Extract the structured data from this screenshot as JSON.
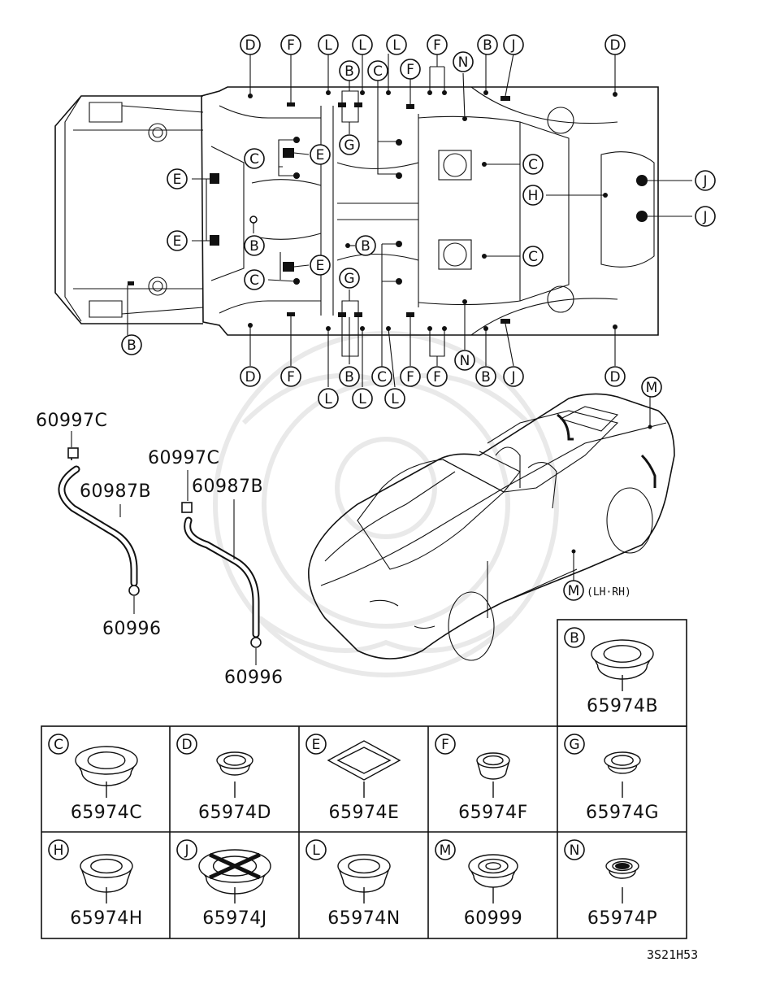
{
  "diagram_ref": "3S21H53",
  "callout_side_note": "(LH·RH)",
  "callouts": {
    "top_row": [
      "D",
      "F",
      "L",
      "L",
      "L",
      "F",
      "F",
      "B",
      "J",
      "D"
    ],
    "top_row2": [
      "B",
      "C",
      "N"
    ],
    "bottom_row": [
      "D",
      "F",
      "B",
      "C",
      "F",
      "F",
      "B",
      "J",
      "D"
    ],
    "bottom_row2": [
      "L",
      "L",
      "L",
      "N"
    ],
    "body_left": [
      "E",
      "E",
      "B"
    ],
    "body_mid": [
      "C",
      "E",
      "B",
      "C",
      "E",
      "B",
      "G",
      "G"
    ],
    "body_right": [
      "C",
      "H",
      "C",
      "J",
      "J"
    ],
    "car": [
      "M",
      "M"
    ]
  },
  "hose_left": {
    "top": "60997C",
    "hose": "60987B",
    "bottom": "60996"
  },
  "hose_right": {
    "top": "60997C",
    "hose": "60987B",
    "bottom": "60996"
  },
  "parts": [
    {
      "letter": "B",
      "number": "65974B"
    },
    {
      "letter": "C",
      "number": "65974C"
    },
    {
      "letter": "D",
      "number": "65974D"
    },
    {
      "letter": "E",
      "number": "65974E"
    },
    {
      "letter": "F",
      "number": "65974F"
    },
    {
      "letter": "G",
      "number": "65974G"
    },
    {
      "letter": "H",
      "number": "65974H"
    },
    {
      "letter": "J",
      "number": "65974J"
    },
    {
      "letter": "L",
      "number": "65974N"
    },
    {
      "letter": "M",
      "number": "60999"
    },
    {
      "letter": "N",
      "number": "65974P"
    }
  ]
}
